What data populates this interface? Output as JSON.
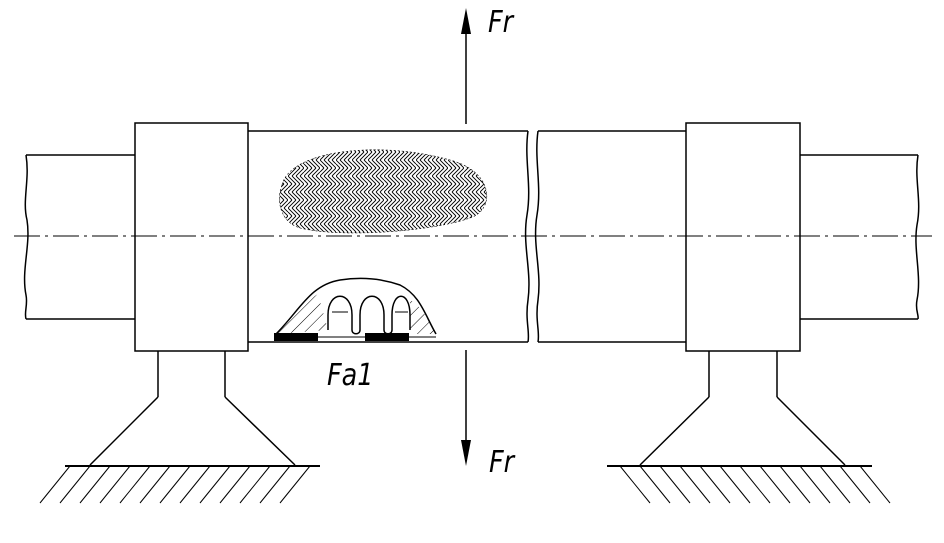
{
  "labels": {
    "force_top": "Fr",
    "force_bottom": "Fr",
    "force_axial": "Fa1"
  },
  "colors": {
    "ink": "#000000",
    "background": "#ffffff"
  }
}
